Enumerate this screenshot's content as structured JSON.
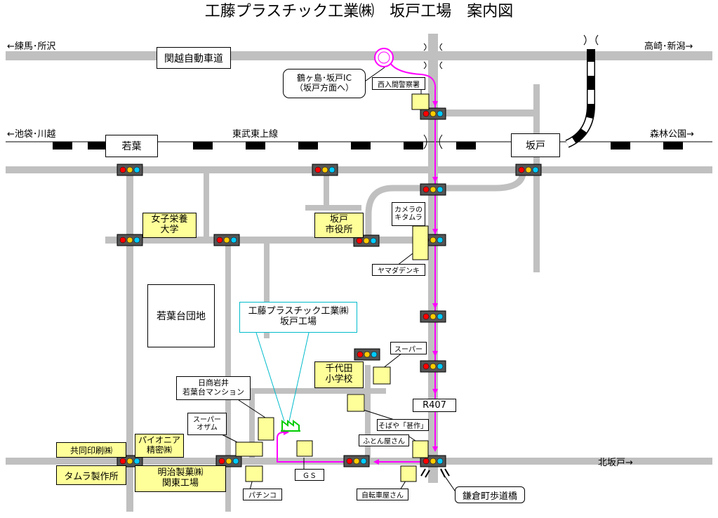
{
  "title": "工藤プラスチック工業㈱　坂戸工場　案内図",
  "directions": {
    "nerima": "←練馬･所沢",
    "takasaki": "高崎･新潟→",
    "ikebukuro": "←池袋･川越",
    "shinrin": "森林公園→",
    "kitasakado": "北坂戸→"
  },
  "roads": {
    "kanetsu": "関越自動車道",
    "tobu": "東武東上線",
    "r407": "R407"
  },
  "interchange": {
    "line1": "鶴ヶ島･坂戸IC",
    "line2": "（坂戸方面へ）"
  },
  "stations": {
    "wakaba": "若葉",
    "sakado": "坂戸"
  },
  "destination": {
    "line1": "工藤プラスチック工業㈱",
    "line2": "坂戸工場"
  },
  "places": {
    "police": "西入間警察署",
    "camera_1": "カメラの",
    "camera_2": "キタムラ",
    "yamada": "ヤマダデンキ",
    "joshi_1": "女子栄養",
    "joshi_2": "大学",
    "cityhall_1": "坂戸",
    "cityhall_2": "市役所",
    "danchi": "若葉台団地",
    "super1": "スーパー",
    "chiyoda_1": "千代田",
    "chiyoda_2": "小学校",
    "mansion_1": "日商岩井",
    "mansion_2": "若葉台マンション",
    "ozamu_1": "スーパー",
    "ozamu_2": "オザム",
    "pioneer_1": "パイオニア",
    "pioneer_2": "精密㈱",
    "kyodo": "共同印刷㈱",
    "tamura": "タムラ製作所",
    "meiji_1": "明治製菓㈱",
    "meiji_2": "関東工場",
    "pachinko": "パチンコ",
    "gs": "ＧＳ",
    "soba": "そばや「甚作」",
    "futon": "ふとん屋さん",
    "bicycle": "自転車屋さん",
    "bridge": "鎌倉町歩道橋"
  },
  "colors": {
    "road": "#c0c0c0",
    "route": "#ff00ff",
    "highlight": "#ffff99",
    "signal_red": "#ff0000",
    "signal_yellow": "#ffcc00",
    "signal_blue": "#00ccff",
    "signal_body": "#555555",
    "factory_marker": "#00cc00",
    "callout_line": "#00bbcc"
  }
}
